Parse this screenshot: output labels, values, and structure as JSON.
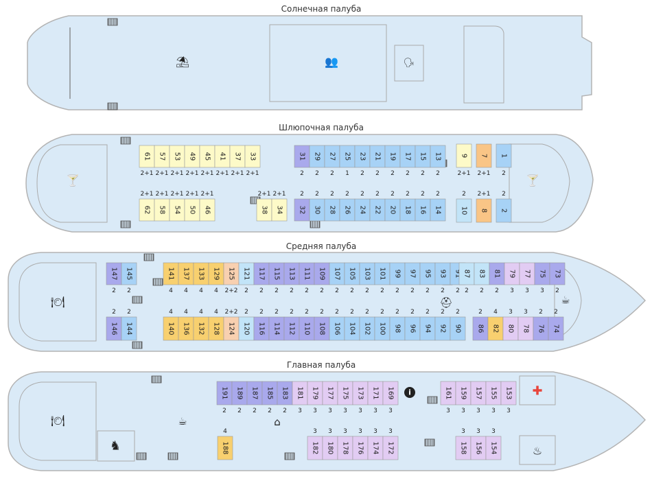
{
  "colors": {
    "hull": "#daeaf7",
    "outline": "#b3b3b3",
    "types": {
      "y": "#fdfac8",
      "o": "#f9c586",
      "b": "#a7d2f6",
      "lb": "#c2e4f8",
      "p": "#a9a9ec",
      "gold": "#f8d06f",
      "pe": "#f8d0b0",
      "lv": "#e2ccf3"
    }
  },
  "decks": [
    {
      "id": "sun",
      "title": "Солнечная палуба",
      "cabins": [],
      "icons": [
        {
          "name": "beach-umbrella-icon",
          "glyph": "⛱"
        },
        {
          "name": "conference-hall-icon",
          "glyph": "👥"
        },
        {
          "name": "lecture-room-icon",
          "glyph": "🗣"
        }
      ]
    },
    {
      "id": "boat",
      "title": "Шлюпочная палуба",
      "cabins": [
        {
          "num": "61",
          "cap": "2+1",
          "type": "y"
        },
        {
          "num": "57",
          "cap": "2+1",
          "type": "y"
        },
        {
          "num": "53",
          "cap": "2+1",
          "type": "y"
        },
        {
          "num": "49",
          "cap": "2+1",
          "type": "y"
        },
        {
          "num": "45",
          "cap": "2+1",
          "type": "y"
        },
        {
          "num": "41",
          "cap": "2+1",
          "type": "y"
        },
        {
          "num": "37",
          "cap": "2+1",
          "type": "y"
        },
        {
          "num": "33",
          "cap": "2+1",
          "type": "y"
        },
        {
          "num": "31",
          "cap": "2",
          "type": "p"
        },
        {
          "num": "29",
          "cap": "2",
          "type": "b"
        },
        {
          "num": "27",
          "cap": "2",
          "type": "b"
        },
        {
          "num": "25",
          "cap": "1",
          "type": "b"
        },
        {
          "num": "23",
          "cap": "2",
          "type": "b"
        },
        {
          "num": "21",
          "cap": "2",
          "type": "b"
        },
        {
          "num": "19",
          "cap": "2",
          "type": "b"
        },
        {
          "num": "17",
          "cap": "2",
          "type": "b"
        },
        {
          "num": "15",
          "cap": "2",
          "type": "b"
        },
        {
          "num": "13",
          "cap": "2",
          "type": "b"
        },
        {
          "num": "9",
          "cap": "2+1",
          "type": "y"
        },
        {
          "num": "7",
          "cap": "2+1",
          "type": "o"
        },
        {
          "num": "1",
          "cap": "2",
          "type": "b"
        },
        {
          "num": "62",
          "cap": "2+1",
          "type": "y"
        },
        {
          "num": "58",
          "cap": "2+1",
          "type": "y"
        },
        {
          "num": "54",
          "cap": "2+1",
          "type": "y"
        },
        {
          "num": "50",
          "cap": "2+1",
          "type": "y"
        },
        {
          "num": "46",
          "cap": "2+1",
          "type": "y"
        },
        {
          "num": "38",
          "cap": "2+1",
          "type": "y"
        },
        {
          "num": "34",
          "cap": "2+1",
          "type": "y"
        },
        {
          "num": "32",
          "cap": "2",
          "type": "p"
        },
        {
          "num": "30",
          "cap": "2",
          "type": "b"
        },
        {
          "num": "28",
          "cap": "2",
          "type": "b"
        },
        {
          "num": "26",
          "cap": "2",
          "type": "b"
        },
        {
          "num": "24",
          "cap": "2",
          "type": "b"
        },
        {
          "num": "22",
          "cap": "2",
          "type": "b"
        },
        {
          "num": "20",
          "cap": "2",
          "type": "b"
        },
        {
          "num": "18",
          "cap": "2",
          "type": "b"
        },
        {
          "num": "16",
          "cap": "2",
          "type": "b"
        },
        {
          "num": "14",
          "cap": "2",
          "type": "b"
        },
        {
          "num": "10",
          "cap": "2",
          "type": "lb"
        },
        {
          "num": "8",
          "cap": "2+1",
          "type": "o"
        },
        {
          "num": "2",
          "cap": "2",
          "type": "b"
        }
      ],
      "icons": [
        {
          "name": "bar-cocktail-icon",
          "glyph": "🍸"
        },
        {
          "name": "bar-cocktail-icon",
          "glyph": "🍸"
        }
      ]
    },
    {
      "id": "middle",
      "title": "Средняя палуба",
      "cabins": [
        {
          "num": "147",
          "cap": "2",
          "type": "p"
        },
        {
          "num": "145",
          "cap": "2",
          "type": "b"
        },
        {
          "num": "141",
          "cap": "4",
          "type": "gold"
        },
        {
          "num": "137",
          "cap": "4",
          "type": "gold"
        },
        {
          "num": "133",
          "cap": "4",
          "type": "gold"
        },
        {
          "num": "129",
          "cap": "4",
          "type": "gold"
        },
        {
          "num": "125",
          "cap": "2+2",
          "type": "pe"
        },
        {
          "num": "121",
          "cap": "2",
          "type": "lb"
        },
        {
          "num": "117",
          "cap": "2",
          "type": "p"
        },
        {
          "num": "115",
          "cap": "2",
          "type": "p"
        },
        {
          "num": "113",
          "cap": "2",
          "type": "p"
        },
        {
          "num": "111",
          "cap": "2",
          "type": "p"
        },
        {
          "num": "109",
          "cap": "2",
          "type": "p"
        },
        {
          "num": "107",
          "cap": "2",
          "type": "b"
        },
        {
          "num": "105",
          "cap": "2",
          "type": "b"
        },
        {
          "num": "103",
          "cap": "2",
          "type": "b"
        },
        {
          "num": "101",
          "cap": "2",
          "type": "b"
        },
        {
          "num": "99",
          "cap": "2",
          "type": "b"
        },
        {
          "num": "97",
          "cap": "2",
          "type": "b"
        },
        {
          "num": "95",
          "cap": "2",
          "type": "b"
        },
        {
          "num": "93",
          "cap": "2",
          "type": "b"
        },
        {
          "num": "91",
          "cap": "2",
          "type": "b"
        },
        {
          "num": "87",
          "cap": "2",
          "type": "lb"
        },
        {
          "num": "83",
          "cap": "2",
          "type": "lb"
        },
        {
          "num": "81",
          "cap": "2",
          "type": "p"
        },
        {
          "num": "79",
          "cap": "3",
          "type": "lv"
        },
        {
          "num": "77",
          "cap": "3",
          "type": "lv"
        },
        {
          "num": "75",
          "cap": "3",
          "type": "p"
        },
        {
          "num": "73",
          "cap": "2",
          "type": "p"
        },
        {
          "num": "146",
          "cap": "2",
          "type": "p"
        },
        {
          "num": "144",
          "cap": "2",
          "type": "b"
        },
        {
          "num": "140",
          "cap": "4",
          "type": "gold"
        },
        {
          "num": "136",
          "cap": "4",
          "type": "gold"
        },
        {
          "num": "132",
          "cap": "4",
          "type": "gold"
        },
        {
          "num": "128",
          "cap": "4",
          "type": "gold"
        },
        {
          "num": "124",
          "cap": "2+2",
          "type": "pe"
        },
        {
          "num": "120",
          "cap": "2",
          "type": "lb"
        },
        {
          "num": "116",
          "cap": "2",
          "type": "p"
        },
        {
          "num": "114",
          "cap": "2",
          "type": "p"
        },
        {
          "num": "112",
          "cap": "2",
          "type": "p"
        },
        {
          "num": "110",
          "cap": "2",
          "type": "p"
        },
        {
          "num": "108",
          "cap": "2",
          "type": "p"
        },
        {
          "num": "106",
          "cap": "2",
          "type": "b"
        },
        {
          "num": "104",
          "cap": "2",
          "type": "b"
        },
        {
          "num": "102",
          "cap": "2",
          "type": "b"
        },
        {
          "num": "100",
          "cap": "2",
          "type": "b"
        },
        {
          "num": "98",
          "cap": "2",
          "type": "b"
        },
        {
          "num": "96",
          "cap": "2",
          "type": "b"
        },
        {
          "num": "94",
          "cap": "2",
          "type": "b"
        },
        {
          "num": "92",
          "cap": "2",
          "type": "b"
        },
        {
          "num": "90",
          "cap": "2",
          "type": "b"
        },
        {
          "num": "86",
          "cap": "2",
          "type": "p"
        },
        {
          "num": "82",
          "cap": "4",
          "type": "gold"
        },
        {
          "num": "80",
          "cap": "3",
          "type": "lv"
        },
        {
          "num": "78",
          "cap": "3",
          "type": "lv"
        },
        {
          "num": "76",
          "cap": "2",
          "type": "p"
        },
        {
          "num": "74",
          "cap": "2",
          "type": "p"
        }
      ],
      "icons": [
        {
          "name": "restaurant-icon",
          "glyph": "🍽"
        },
        {
          "name": "lifebuoy-icon",
          "glyph": "⛑"
        },
        {
          "name": "coffee-icon",
          "glyph": "☕"
        }
      ]
    },
    {
      "id": "main",
      "title": "Главная палуба",
      "cabins": [
        {
          "num": "191",
          "cap": "2",
          "type": "p"
        },
        {
          "num": "189",
          "cap": "2",
          "type": "p"
        },
        {
          "num": "187",
          "cap": "2",
          "type": "p"
        },
        {
          "num": "185",
          "cap": "2",
          "type": "p"
        },
        {
          "num": "183",
          "cap": "2",
          "type": "p"
        },
        {
          "num": "181",
          "cap": "3",
          "type": "lv"
        },
        {
          "num": "179",
          "cap": "3",
          "type": "lv"
        },
        {
          "num": "177",
          "cap": "3",
          "type": "lv"
        },
        {
          "num": "175",
          "cap": "3",
          "type": "lv"
        },
        {
          "num": "173",
          "cap": "3",
          "type": "lv"
        },
        {
          "num": "171",
          "cap": "3",
          "type": "lv"
        },
        {
          "num": "169",
          "cap": "3",
          "type": "lv"
        },
        {
          "num": "161",
          "cap": "3",
          "type": "lv"
        },
        {
          "num": "159",
          "cap": "3",
          "type": "lv"
        },
        {
          "num": "157",
          "cap": "3",
          "type": "lv"
        },
        {
          "num": "155",
          "cap": "3",
          "type": "lv"
        },
        {
          "num": "153",
          "cap": "3",
          "type": "lv"
        },
        {
          "num": "188",
          "cap": "4",
          "type": "gold"
        },
        {
          "num": "182",
          "cap": "3",
          "type": "lv"
        },
        {
          "num": "180",
          "cap": "3",
          "type": "lv"
        },
        {
          "num": "178",
          "cap": "3",
          "type": "lv"
        },
        {
          "num": "176",
          "cap": "3",
          "type": "lv"
        },
        {
          "num": "174",
          "cap": "3",
          "type": "lv"
        },
        {
          "num": "172",
          "cap": "3",
          "type": "lv"
        },
        {
          "num": "158",
          "cap": "3",
          "type": "lv"
        },
        {
          "num": "156",
          "cap": "3",
          "type": "lv"
        },
        {
          "num": "154",
          "cap": "3",
          "type": "lv"
        }
      ],
      "icons": [
        {
          "name": "restaurant-icon",
          "glyph": "🍽"
        },
        {
          "name": "coffee-bar-icon",
          "glyph": "☕"
        },
        {
          "name": "iron-icon",
          "glyph": "⌂"
        },
        {
          "name": "info-icon",
          "glyph": "i"
        },
        {
          "name": "medical-cross-icon",
          "glyph": "✚"
        },
        {
          "name": "kids-room-icon",
          "glyph": "♞"
        },
        {
          "name": "massage-icon",
          "glyph": "♨"
        }
      ]
    }
  ]
}
